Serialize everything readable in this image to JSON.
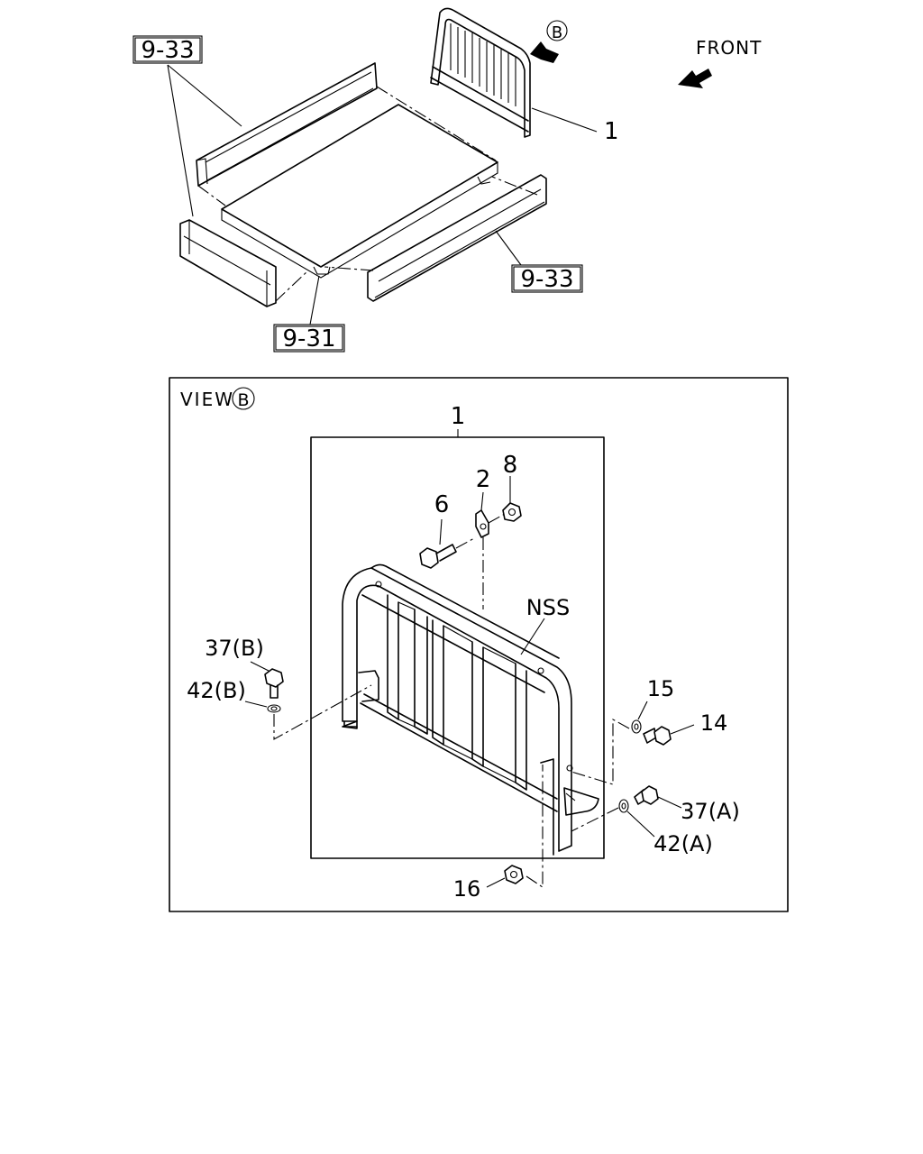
{
  "top": {
    "ref_box_top_left": "9-33",
    "ref_box_right": "9-33",
    "ref_box_bottom": "9-31",
    "callout_part": "1",
    "view_marker": "B",
    "front_label": "FRONT"
  },
  "view": {
    "title": "VIEW",
    "marker": "B",
    "part_labels": {
      "p1": "1",
      "p2": "2",
      "p8": "8",
      "p6": "6",
      "nss": "NSS",
      "p37b": "37(B)",
      "p42b": "42(B)",
      "p15": "15",
      "p14": "14",
      "p37a": "37(A)",
      "p42a": "42(A)",
      "p16": "16"
    }
  }
}
